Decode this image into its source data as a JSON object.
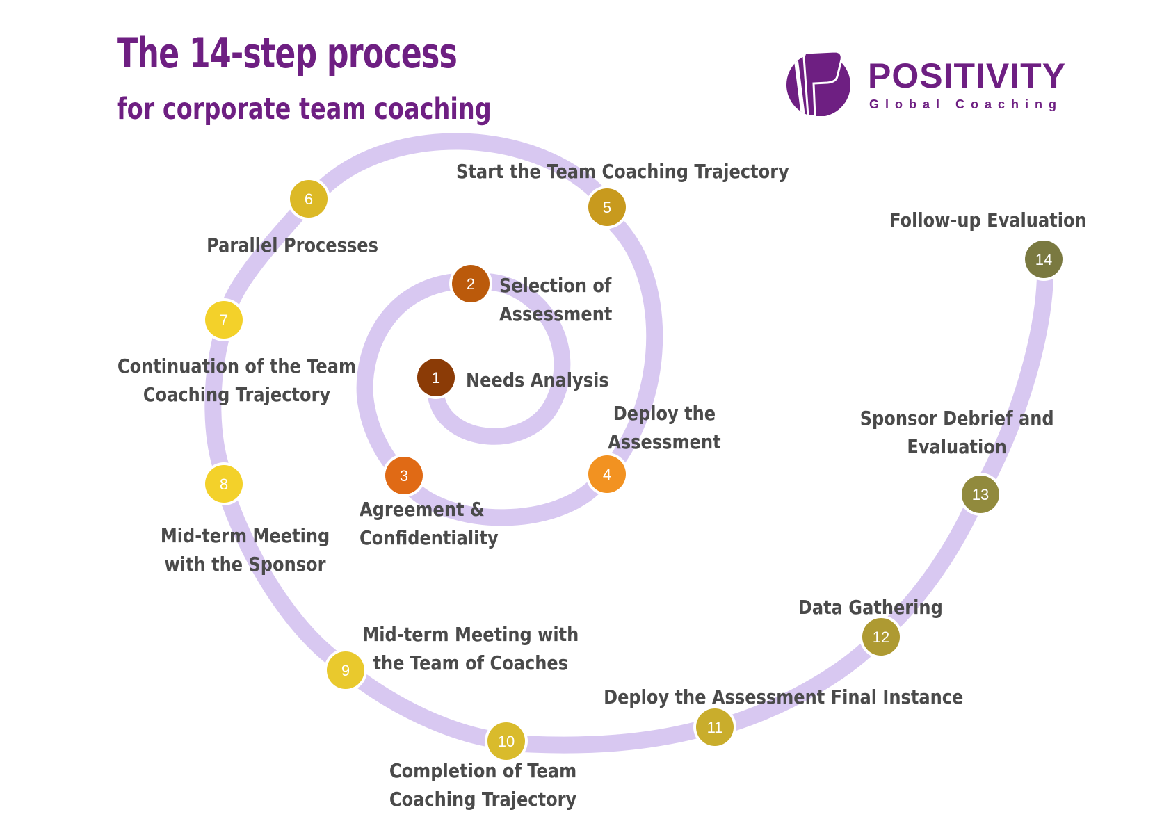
{
  "header": {
    "title": "The 14-step process",
    "subtitle": "for corporate team coaching"
  },
  "brand": {
    "logo_icon": "p-letter-circle-logo",
    "name": "POSITIVITY",
    "tagline": "Global Coaching",
    "color": "#6e1f82"
  },
  "spiral": {
    "track_color": "#d8c8f1"
  },
  "steps": [
    {
      "number": "1",
      "label_lines": [
        "Needs Analysis"
      ],
      "color": "#8b3b06"
    },
    {
      "number": "2",
      "label_lines": [
        "Selection of",
        "Assessment"
      ],
      "color": "#bb5a0b"
    },
    {
      "number": "3",
      "label_lines": [
        "Agreement &",
        "Confidentiality"
      ],
      "color": "#e06a15"
    },
    {
      "number": "4",
      "label_lines": [
        "Deploy the",
        "Assessment"
      ],
      "color": "#f29221"
    },
    {
      "number": "5",
      "label_lines": [
        "Start the Team Coaching Trajectory"
      ],
      "color": "#c89a1e"
    },
    {
      "number": "6",
      "label_lines": [
        "Parallel Processes"
      ],
      "color": "#dcb926"
    },
    {
      "number": "7",
      "label_lines": [
        "Continuation of the Team",
        "Coaching Trajectory"
      ],
      "color": "#f3d12a"
    },
    {
      "number": "8",
      "label_lines": [
        "Mid-term Meeting",
        "with the Sponsor"
      ],
      "color": "#f3d12a"
    },
    {
      "number": "9",
      "label_lines": [
        "Mid-term Meeting with",
        "the Team of Coaches"
      ],
      "color": "#e9c92d"
    },
    {
      "number": "10",
      "label_lines": [
        "Completion of Team",
        "Coaching Trajectory"
      ],
      "color": "#d9bb2c"
    },
    {
      "number": "11",
      "label_lines": [
        "Deploy the Assessment Final Instance"
      ],
      "color": "#c9ad2c"
    },
    {
      "number": "12",
      "label_lines": [
        "Data Gathering"
      ],
      "color": "#ae9a32"
    },
    {
      "number": "13",
      "label_lines": [
        "Sponsor Debrief and",
        "Evaluation"
      ],
      "color": "#918a3d"
    },
    {
      "number": "14",
      "label_lines": [
        "Follow-up Evaluation"
      ],
      "color": "#7a7940"
    }
  ]
}
